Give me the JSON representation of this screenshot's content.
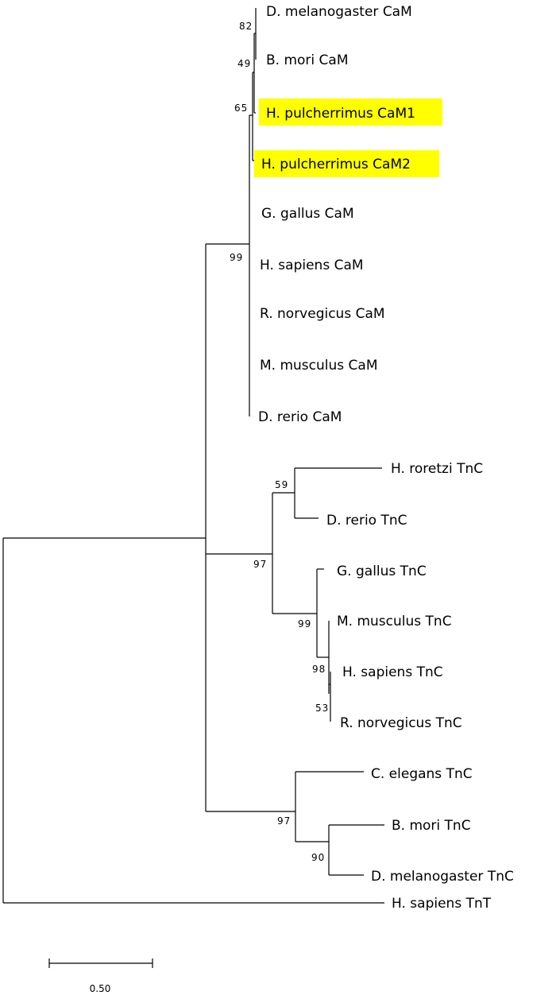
{
  "highlight_color": "#ffff00",
  "taxa": {
    "dmel_cam": "D. melanogaster CaM",
    "bmori_cam": "B. mori CaM",
    "hpul_cam1": "H. pulcherrimus CaM1",
    "hpul_cam2": "H. pulcherrimus CaM2",
    "ggal_cam": "G. gallus CaM",
    "hsap_cam": "H. sapiens CaM",
    "rnor_cam": "R. norvegicus CaM",
    "mmus_cam": "M. musculus CaM",
    "drer_cam": "D. rerio CaM",
    "hror_tnc": "H. roretzi TnC",
    "drer_tnc": "D. rerio TnC",
    "ggal_tnc": "G. gallus TnC",
    "mmus_tnc": "M. musculus TnC",
    "hsap_tnc": "H. sapiens TnC",
    "rnor_tnc": "R. norvegicus TnC",
    "cele_tnc": "C. elegans TnC",
    "bmori_tnc": "B. mori TnC",
    "dmel_tnc": "D. melanogaster TnC",
    "hsap_tnt": "H. sapiens TnT"
  },
  "bootstrap": {
    "b82": "82",
    "b49": "49",
    "b65": "65",
    "b99_cam": "99",
    "b59": "59",
    "b97_tnc": "97",
    "b99_tnc": "99",
    "b98": "98",
    "b53": "53",
    "b97_inv": "97",
    "b90": "90"
  },
  "scale_bar": {
    "label": "0.50"
  }
}
